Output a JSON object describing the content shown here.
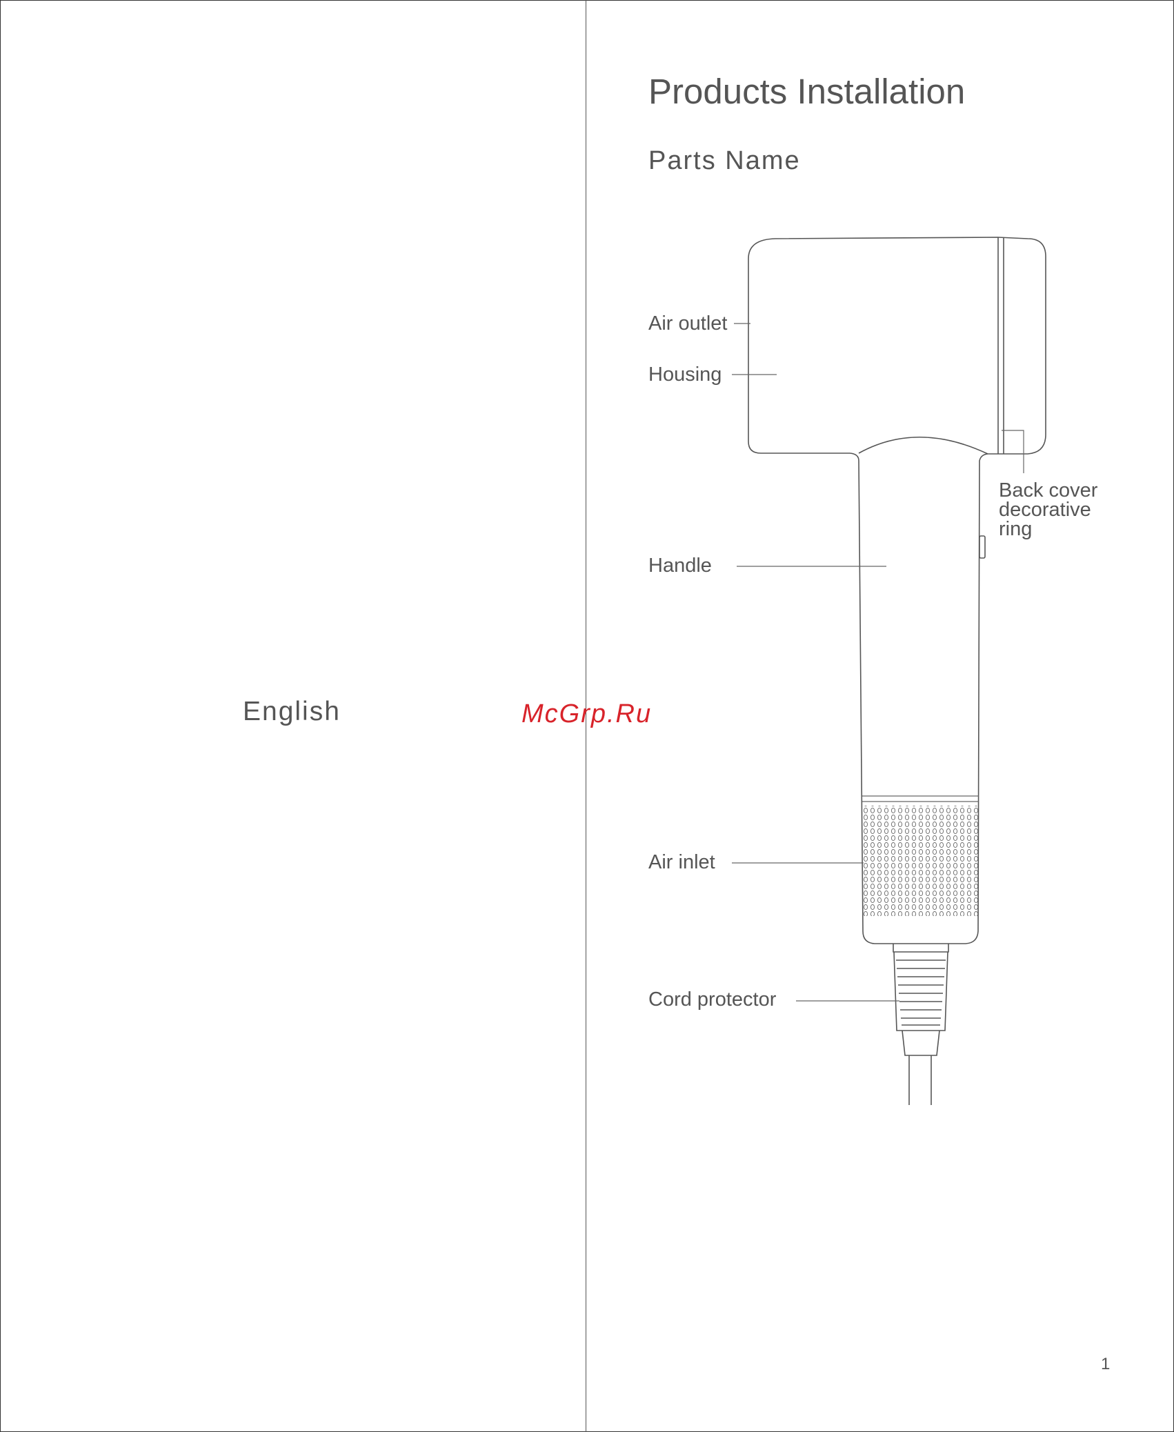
{
  "left_page": {
    "language": "English"
  },
  "watermark": "McGrp.Ru",
  "right_page": {
    "title": "Products Installation",
    "subtitle": "Parts Name",
    "parts": {
      "air_outlet": "Air outlet",
      "housing": "Housing",
      "back_cover_line1": "Back cover",
      "back_cover_line2": "decorative",
      "back_cover_line3": "ring",
      "handle": "Handle",
      "air_inlet": "Air inlet",
      "cord_protector": "Cord protector"
    },
    "page_number": "1"
  },
  "colors": {
    "text": "#555555",
    "watermark": "#d8232a",
    "line": "#555555"
  }
}
